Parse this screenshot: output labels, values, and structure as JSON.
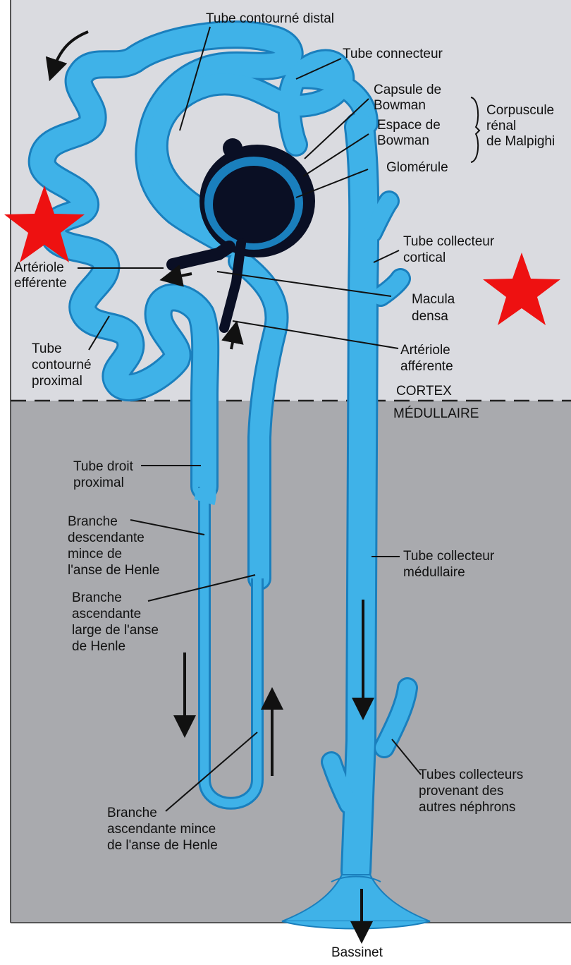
{
  "labels": {
    "tube_contourne_distal": "Tube contourné distal",
    "tube_connecteur": "Tube connecteur",
    "capsule_bowman": [
      "Capsule de",
      "Bowman"
    ],
    "espace_bowman": [
      "Espace de",
      "Bowman"
    ],
    "glomerule": "Glomérule",
    "corpuscule": [
      "Corpuscule",
      "rénal",
      "de Malpighi"
    ],
    "tube_collecteur_cortical": [
      "Tube collecteur",
      "cortical"
    ],
    "arteriole_efferente": [
      "Artériole",
      "efférente"
    ],
    "macula_densa": [
      "Macula",
      "densa"
    ],
    "arteriole_afferente": [
      "Artériole",
      "afférente"
    ],
    "tube_contourne_proximal": [
      "Tube",
      "contourné",
      "proximal"
    ],
    "cortex": "CORTEX",
    "medullaire": "MÉDULLAIRE",
    "tube_droit_proximal": [
      "Tube droit",
      "proximal"
    ],
    "branche_descendante": [
      "Branche",
      "descendante",
      "mince de",
      "l'anse de Henle"
    ],
    "branche_ascendante_large": [
      "Branche",
      "ascendante",
      "large de l'anse",
      "de Henle"
    ],
    "tube_collecteur_medullaire": [
      "Tube collecteur",
      "médullaire"
    ],
    "tubes_collecteurs_autres": [
      "Tubes collecteurs",
      "provenant des",
      "autres néphrons"
    ],
    "branche_ascendante_mince": [
      "Branche",
      "ascendante mince",
      "de l'anse de Henle"
    ],
    "bassinet": "Bassinet"
  },
  "colors": {
    "tubule_fill": "#3fb2e8",
    "tubule_outline": "#1a7fbd",
    "capsule_dark": "#0a0f24",
    "cortex_bg": "#dadbe0",
    "medulla_bg": "#a9aaae",
    "star": "#ee1111"
  },
  "icons": [
    "star-icon",
    "star-icon",
    "arrow-icon"
  ]
}
